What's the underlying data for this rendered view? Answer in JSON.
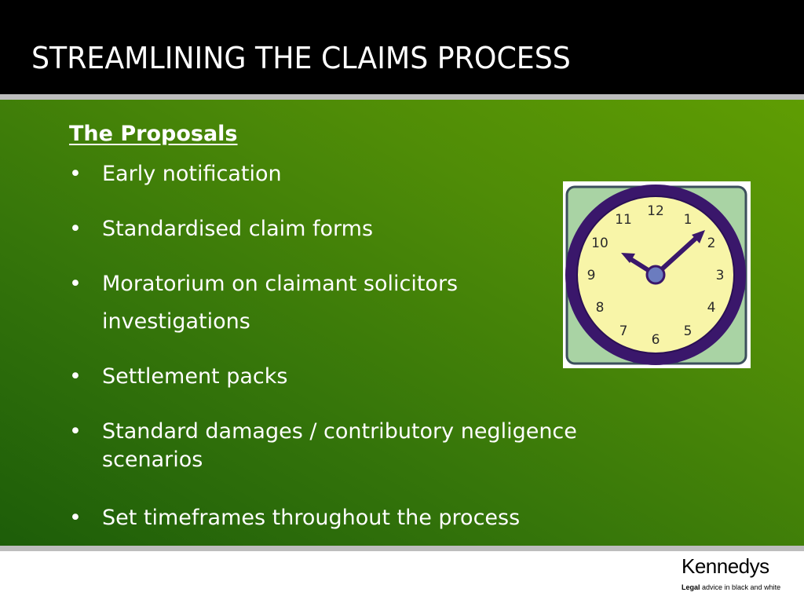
{
  "slide": {
    "title": "STREAMLINING THE CLAIMS PROCESS",
    "section_heading": "The Proposals",
    "bullets": [
      "Early notification",
      "Standardised claim forms",
      "Moratorium on claimant solicitors investigations",
      "Settlement packs",
      "Standard damages / contributory negligence scenarios",
      "Set timeframes throughout the process"
    ],
    "bullet_marker": "•"
  },
  "clock": {
    "numerals": [
      "12",
      "1",
      "2",
      "3",
      "4",
      "5",
      "6",
      "7",
      "8",
      "9",
      "10",
      "11"
    ],
    "icon": "clock-icon"
  },
  "brand": {
    "name": "Kennedys",
    "tagline_bold": "Legal",
    "tagline_rest": " advice in black and white"
  },
  "colors": {
    "title_bar": "#000000",
    "title_text": "#ffffff",
    "rule": "#bdbdbd",
    "panel_dark": "#1d5d09",
    "panel_light": "#5f9d03",
    "clock_rim": "#3a176b",
    "clock_face": "#f8f5a8",
    "clock_backdrop": "#a9d3a4"
  }
}
